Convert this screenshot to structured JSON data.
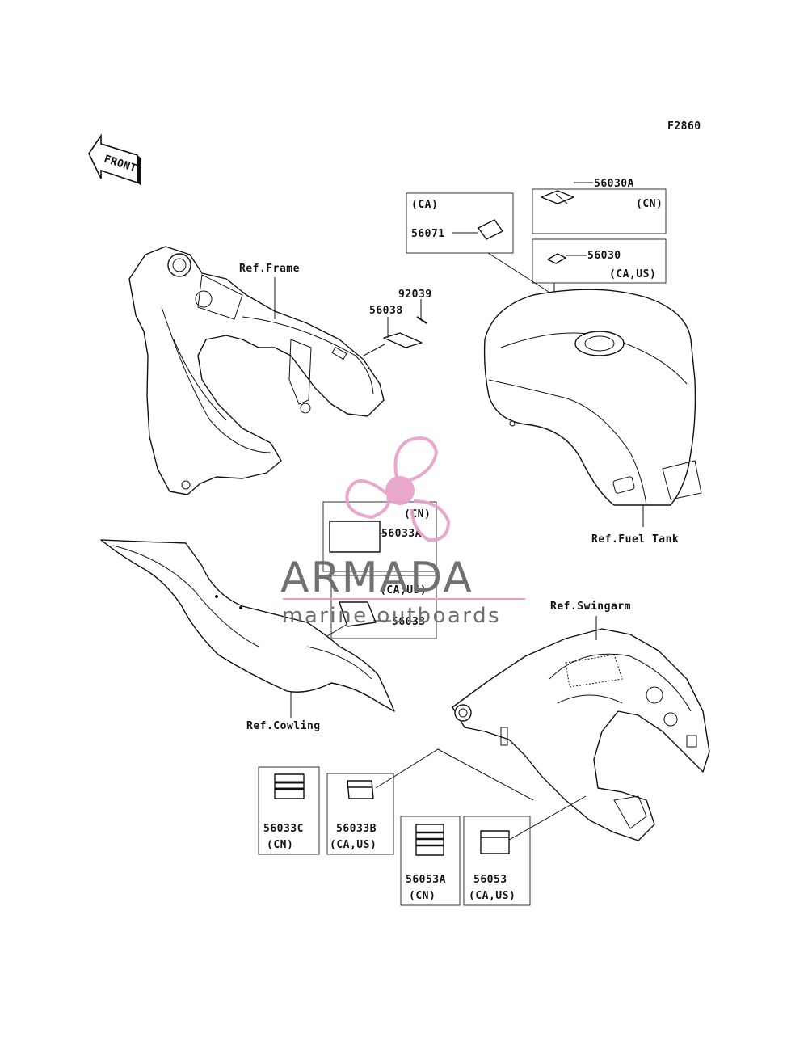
{
  "figure_code": "F2860",
  "front_arrow": "FRONT",
  "refs": {
    "frame": "Ref.Frame",
    "fuel_tank": "Ref.Fuel Tank",
    "cowling": "Ref.Cowling",
    "swingarm": "Ref.Swingarm"
  },
  "parts": {
    "p56071": {
      "number": "56071",
      "market": "(CA)"
    },
    "p56030A": {
      "number": "56030A",
      "market": "(CN)"
    },
    "p56030": {
      "number": "56030",
      "market": "(CA,US)"
    },
    "p92039": {
      "number": "92039"
    },
    "p56038": {
      "number": "56038"
    },
    "p56033A": {
      "number": "56033A",
      "market": "(CN)"
    },
    "p56033": {
      "number": "56033",
      "market": "(CA,US)"
    },
    "p56033C": {
      "number": "56033C",
      "market": "(CN)"
    },
    "p56033B": {
      "number": "56033B",
      "market": "(CA,US)"
    },
    "p56053A": {
      "number": "56053A",
      "market": "(CN)"
    },
    "p56053": {
      "number": "56053",
      "market": "(CA,US)"
    }
  },
  "watermark": {
    "brand": "ARMADA",
    "tagline": "marine outboards",
    "colors": {
      "pink": "#e8a0c8",
      "gray": "#707070"
    }
  }
}
